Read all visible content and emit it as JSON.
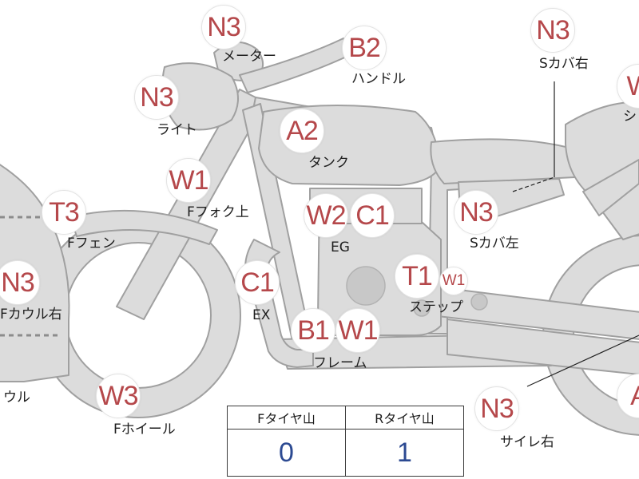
{
  "colors": {
    "body": "#dcdcdc",
    "outline": "#a0a0a0",
    "badge_text": "#b5484b",
    "value_text": "#2c4a92"
  },
  "parts": [
    {
      "code": "N3",
      "label": "メーター"
    },
    {
      "code": "B2",
      "label": "ハンドル"
    },
    {
      "code": "N3",
      "label": "Sカバ右"
    },
    {
      "code": "W",
      "label": "シ"
    },
    {
      "code": "N3",
      "label": "ライト"
    },
    {
      "code": "A2",
      "label": "タンク"
    },
    {
      "code": "W1",
      "label": "Fフォク上"
    },
    {
      "code": "T3",
      "label": "Fフェン"
    },
    {
      "code": "W2",
      "label": ""
    },
    {
      "code": "C1",
      "label": "EG"
    },
    {
      "code": "N3",
      "label": "Sカバ左"
    },
    {
      "code": "N3",
      "label": "Fカウル右"
    },
    {
      "code": "C1",
      "label": "EX"
    },
    {
      "code": "T1",
      "label": ""
    },
    {
      "code": "W1",
      "label": "ステップ"
    },
    {
      "code": "B1",
      "label": ""
    },
    {
      "code": "W1",
      "label": "フレーム"
    },
    {
      "code": "W3",
      "label": "Fホイール"
    },
    {
      "code": "N3",
      "label": "サイレ右"
    },
    {
      "code": "A",
      "label": ""
    },
    {
      "code": "",
      "label": "ウル"
    }
  ],
  "tyre_table": {
    "headers": [
      "Fタイヤ山",
      "Rタイヤ山"
    ],
    "values": [
      "0",
      "1"
    ]
  }
}
